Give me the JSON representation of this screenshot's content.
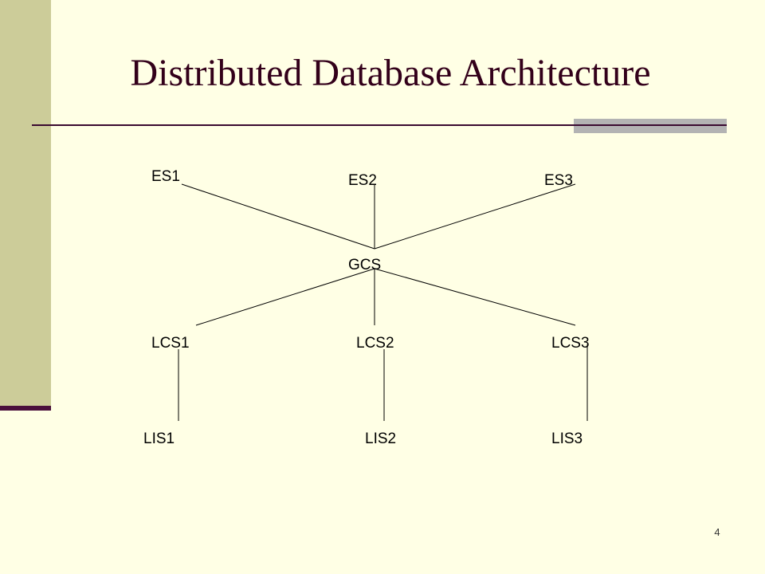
{
  "slide": {
    "title": "Distributed Database Architecture",
    "page_number": "4"
  },
  "diagram": {
    "nodes": {
      "es1": "ES1",
      "es2": "ES2",
      "es3": "ES3",
      "gcs": "GCS",
      "lcs1": "LCS1",
      "lcs2": "LCS2",
      "lcs3": "LCS3",
      "lis1": "LIS1",
      "lis2": "LIS2",
      "lis3": "LIS3"
    },
    "edges": [
      [
        "es1",
        "gcs"
      ],
      [
        "es2",
        "gcs"
      ],
      [
        "es3",
        "gcs"
      ],
      [
        "gcs",
        "lcs1"
      ],
      [
        "gcs",
        "lcs2"
      ],
      [
        "gcs",
        "lcs3"
      ],
      [
        "lcs1",
        "lis1"
      ],
      [
        "lcs2",
        "lis2"
      ],
      [
        "lcs3",
        "lis3"
      ]
    ]
  },
  "colors": {
    "background": "#ffffe5",
    "sidebar": "#cccc99",
    "title": "#33001a",
    "rule": "#3a0a30",
    "rule_accent": "#b3b3b3"
  }
}
